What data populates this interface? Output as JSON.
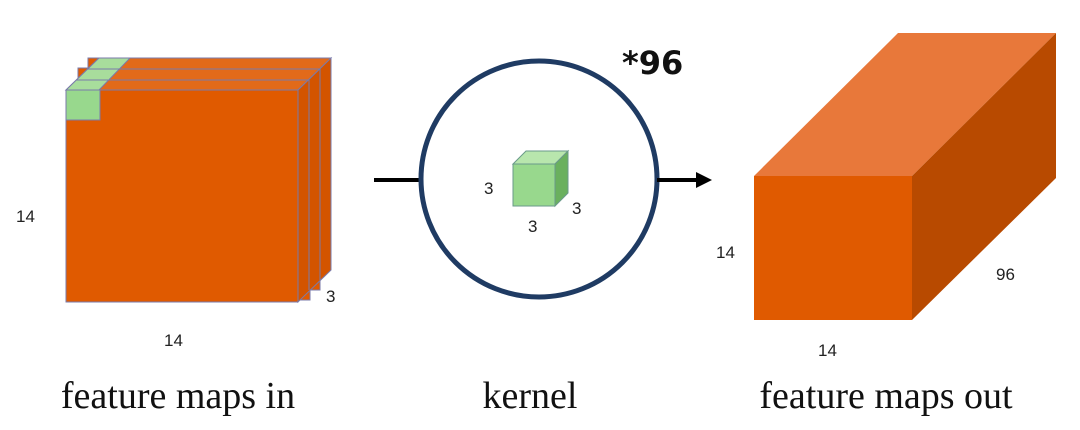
{
  "input": {
    "caption": "feature maps in",
    "height_label": "14",
    "width_label": "14",
    "depth_label": "3"
  },
  "kernel": {
    "caption": "kernel",
    "multiplier": "*96",
    "size_left": "3",
    "size_bottom": "3",
    "size_right": "3"
  },
  "output": {
    "caption": "feature maps out",
    "height_label": "14",
    "width_label": "14",
    "depth_label": "96"
  },
  "colors": {
    "orange_front": "#e05a00",
    "orange_top": "#e8783a",
    "orange_side": "#b84a00",
    "green_front": "#98d88d",
    "green_top": "#b8e6ad",
    "green_side": "#6ab05e",
    "circle": "#1f3b63"
  }
}
